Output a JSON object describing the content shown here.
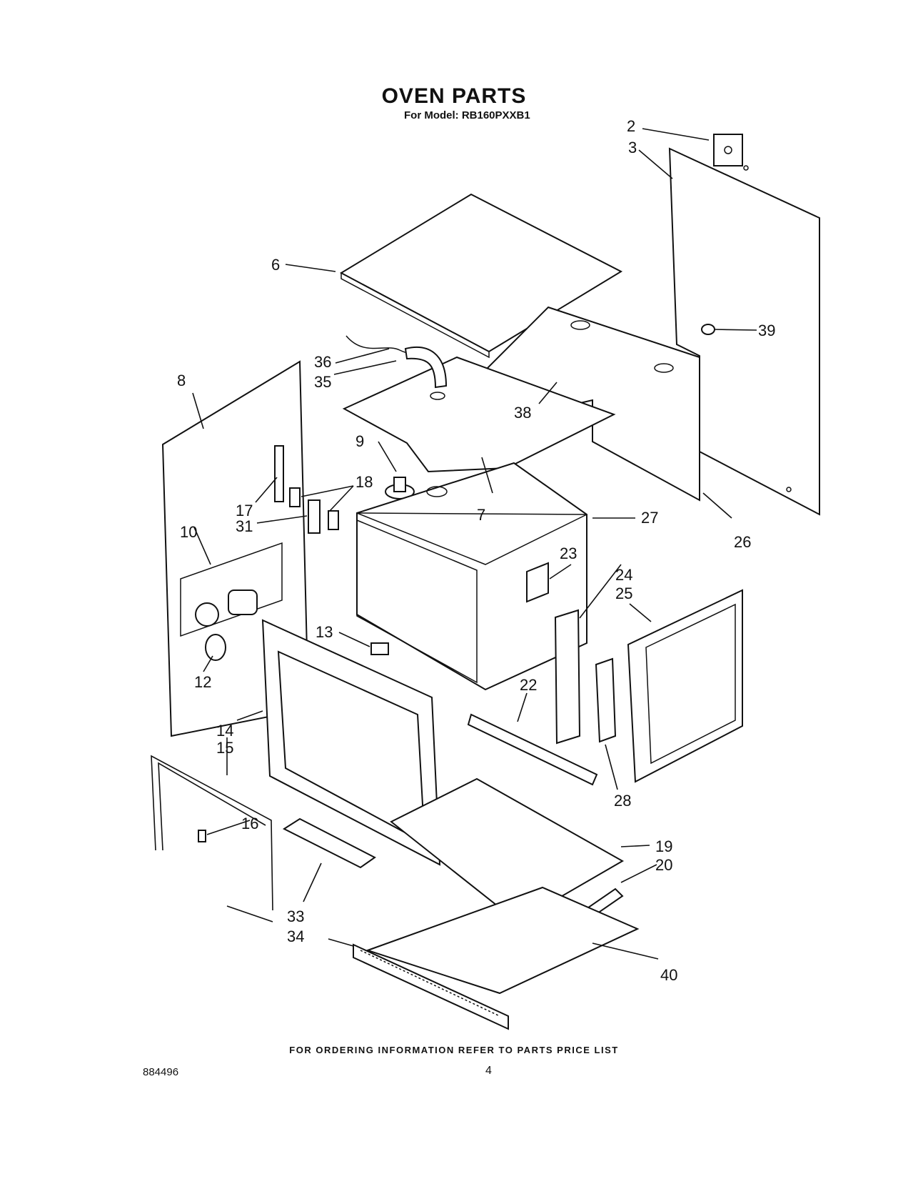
{
  "header": {
    "title": "OVEN PARTS",
    "subtitle": "For Model: RB160PXXB1"
  },
  "footer": {
    "ordering_note": "FOR ORDERING INFORMATION REFER TO PARTS PRICE LIST",
    "doc_number": "884496",
    "page_number": "4"
  },
  "labels": {
    "l2": "2",
    "l3": "3",
    "l6": "6",
    "l7": "7",
    "l8": "8",
    "l9": "9",
    "l10": "10",
    "l12": "12",
    "l13": "13",
    "l14": "14",
    "l15": "15",
    "l16": "16",
    "l17": "17",
    "l18": "18",
    "l19": "19",
    "l20": "20",
    "l22": "22",
    "l23": "23",
    "l24": "24",
    "l25": "25",
    "l26": "26",
    "l27": "27",
    "l28": "28",
    "l31": "31",
    "l33": "33",
    "l34": "34",
    "l35": "35",
    "l36": "36",
    "l38": "38",
    "l39": "39",
    "l40": "40"
  }
}
